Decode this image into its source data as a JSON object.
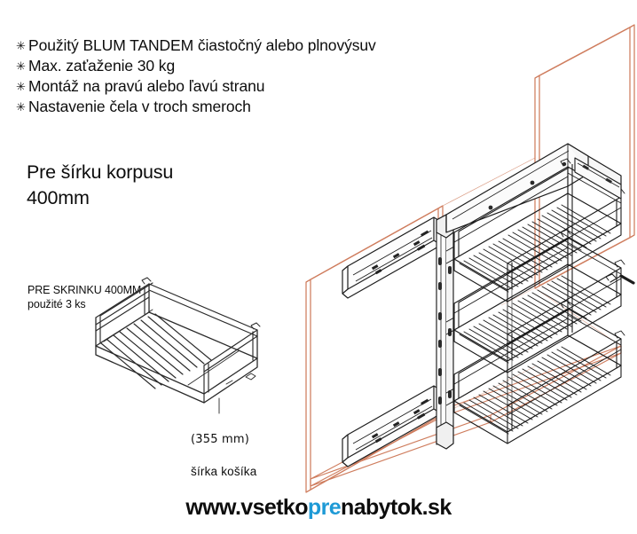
{
  "spec": {
    "bullet_glyph": "✳",
    "items": [
      "Použitý BLUM TANDEM čiastočný alebo plnovýsuv",
      "Max. zaťaženie 30 kg",
      "Montáž na pravú alebo ľavú stranu",
      "Nastavenie čela v troch smeroch"
    ]
  },
  "heading": {
    "text": "Pre šírku korpusu\n400mm"
  },
  "basket_detail": {
    "caption": "PRE SKRINKU 400MM\npoužité 3 ks",
    "dimension_value": "(355  mm)",
    "dimension_label": "šírka košíka"
  },
  "assembly": {
    "basket_count": 3,
    "slide_count": 2,
    "panel_color": "#cf7d5e",
    "line_color": "#1a1a1a"
  },
  "footer": {
    "url_part1": "www.vsetko",
    "url_highlight": "pre",
    "url_part2": "nabytok.sk",
    "highlight_color": "#1e9ad6"
  }
}
